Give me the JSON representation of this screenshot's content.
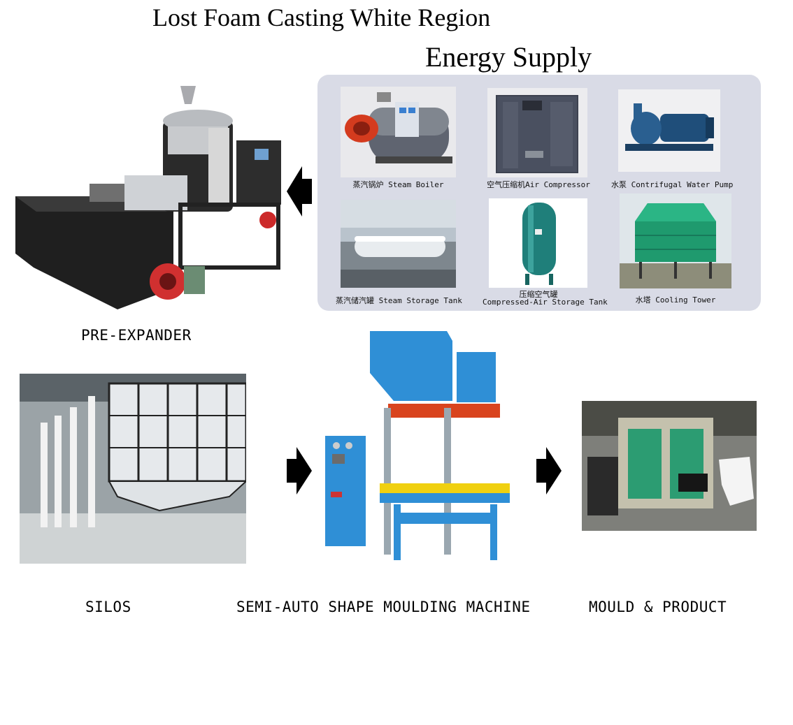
{
  "title": "Lost Foam Casting White Region",
  "energy_supply": {
    "heading": "Energy Supply",
    "items": [
      {
        "label": "蒸汽锅炉 Steam Boiler",
        "icon": "steam-boiler"
      },
      {
        "label": "空气压缩机Air Compressor",
        "icon": "air-compressor"
      },
      {
        "label": "水泵 Contrifugal Water Pump",
        "icon": "water-pump"
      },
      {
        "label": "蒸汽储汽罐 Steam Storage Tank",
        "icon": "steam-storage-tank"
      },
      {
        "label_line1": "压缩空气罐",
        "label_line2": "Compressed-Air Storage Tank",
        "icon": "compressed-air-tank"
      },
      {
        "label": "水塔 Cooling Tower",
        "icon": "cooling-tower"
      }
    ]
  },
  "stages": {
    "pre_expander": "PRE-EXPANDER",
    "silos": "SILOS",
    "moulding": "SEMI-AUTO SHAPE MOULDING MACHINE",
    "product": "MOULD & PRODUCT"
  },
  "colors": {
    "panel": "#d9dbe6",
    "machine_blue": "#2f8fd6",
    "tower_green": "#1f9a6e",
    "boiler_red": "#d43b1e"
  }
}
